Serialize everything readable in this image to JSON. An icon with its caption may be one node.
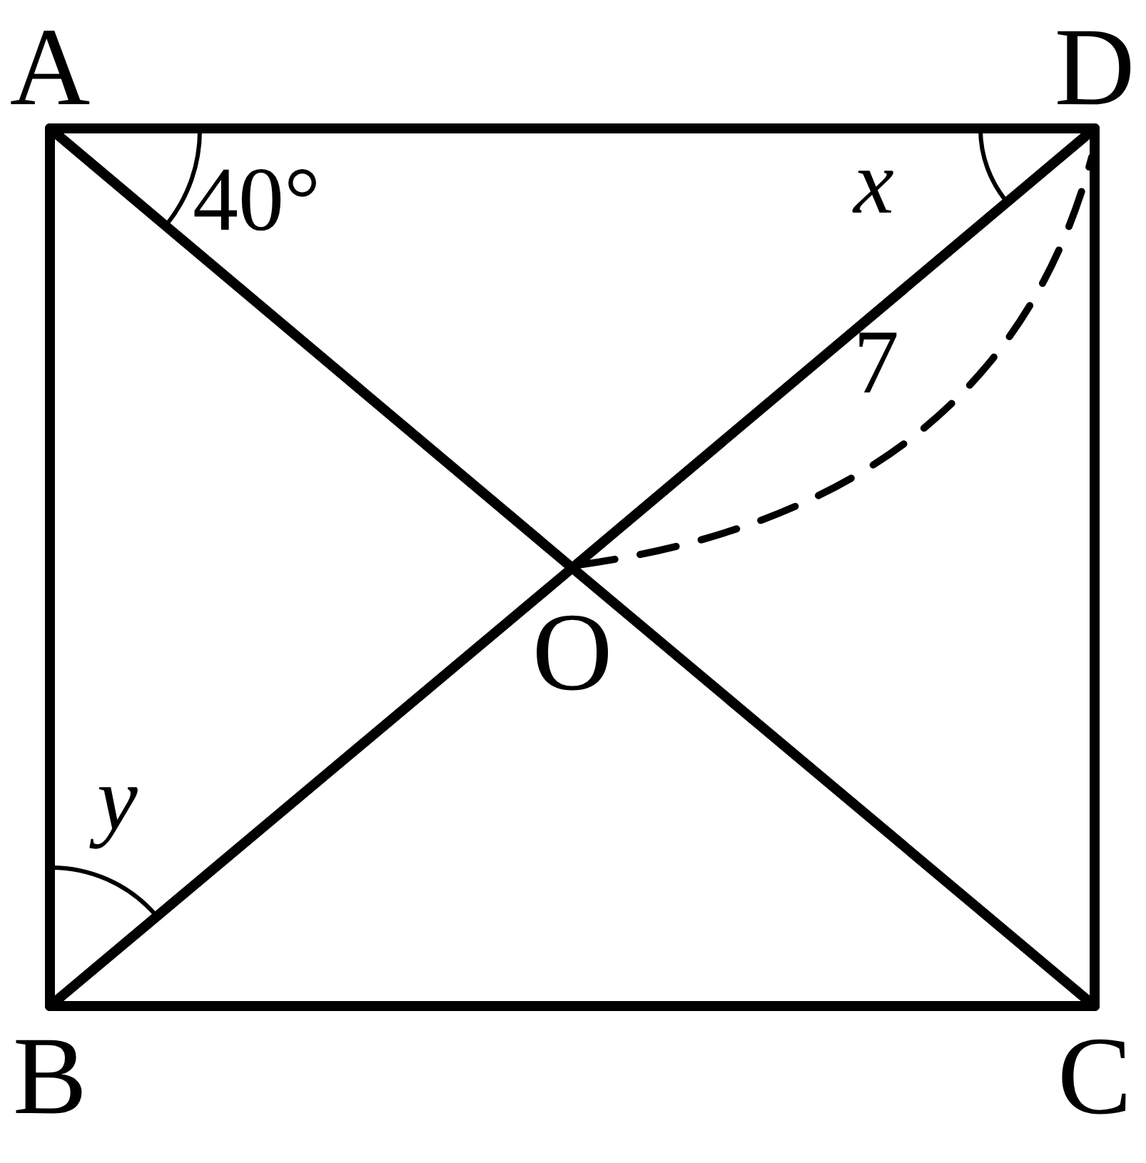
{
  "diagram": {
    "nodes": [
      {
        "text": [
          "A"
        ]
      },
      {
        "text": [
          "D"
        ]
      },
      {
        "text": [
          "B"
        ]
      },
      {
        "text": [
          "C"
        ]
      },
      {
        "text": [
          "O"
        ]
      }
    ],
    "edges": [
      {
        "from": 0,
        "to": 1,
        "arrow": "none"
      },
      {
        "from": 0,
        "to": 2,
        "arrow": "none"
      },
      {
        "from": 1,
        "to": 3,
        "arrow": "none"
      },
      {
        "from": 2,
        "to": 3,
        "arrow": "none"
      },
      {
        "from": 0,
        "to": 4,
        "arrow": "none"
      },
      {
        "from": 4,
        "to": 3,
        "arrow": "none"
      },
      {
        "from": 2,
        "to": 4,
        "arrow": "none"
      },
      {
        "from": 4,
        "to": 1,
        "arrow": "none"
      }
    ],
    "labels": [
      "40°",
      "x",
      "7",
      "y"
    ]
  }
}
